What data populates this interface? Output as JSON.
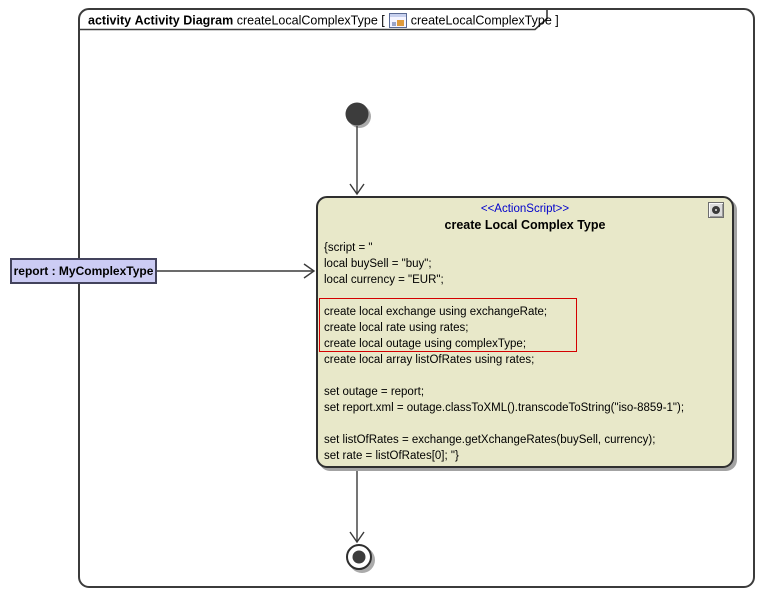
{
  "frame": {
    "keyword": "activity",
    "diagram_type": "Activity Diagram",
    "diagram_name": "createLocalComplexType",
    "bracket_open": "[",
    "ref_name": "createLocalComplexType",
    "bracket_close": "]"
  },
  "action": {
    "stereotype": "<<ActionScript>>",
    "name": "create Local Complex Type",
    "script_lines": [
      "{script = \"",
      "local buySell = \"buy\";",
      "local currency = \"EUR\";",
      "",
      "create local exchange using exchangeRate;",
      "create local rate using rates;",
      "create local outage using complexType;",
      "create local array listOfRates using rates;",
      "",
      "set outage = report;",
      "set report.xml = outage.classToXML().transcodeToString(\"iso-8859-1\");",
      "",
      "set listOfRates = exchange.getXchangeRates(buySell, currency);",
      "set rate = listOfRates[0]; \"}"
    ]
  },
  "parameter": {
    "label": "report : MyComplexType"
  },
  "colors": {
    "action_fill": "#e8e8c9",
    "action_border": "#2f2f2f",
    "stereotype_blue": "#0000cc",
    "highlight_red": "#d40000",
    "parameter_fill": "#ccccf4",
    "line_color": "#3a3a3a",
    "shadow": "#a3a3a3"
  }
}
